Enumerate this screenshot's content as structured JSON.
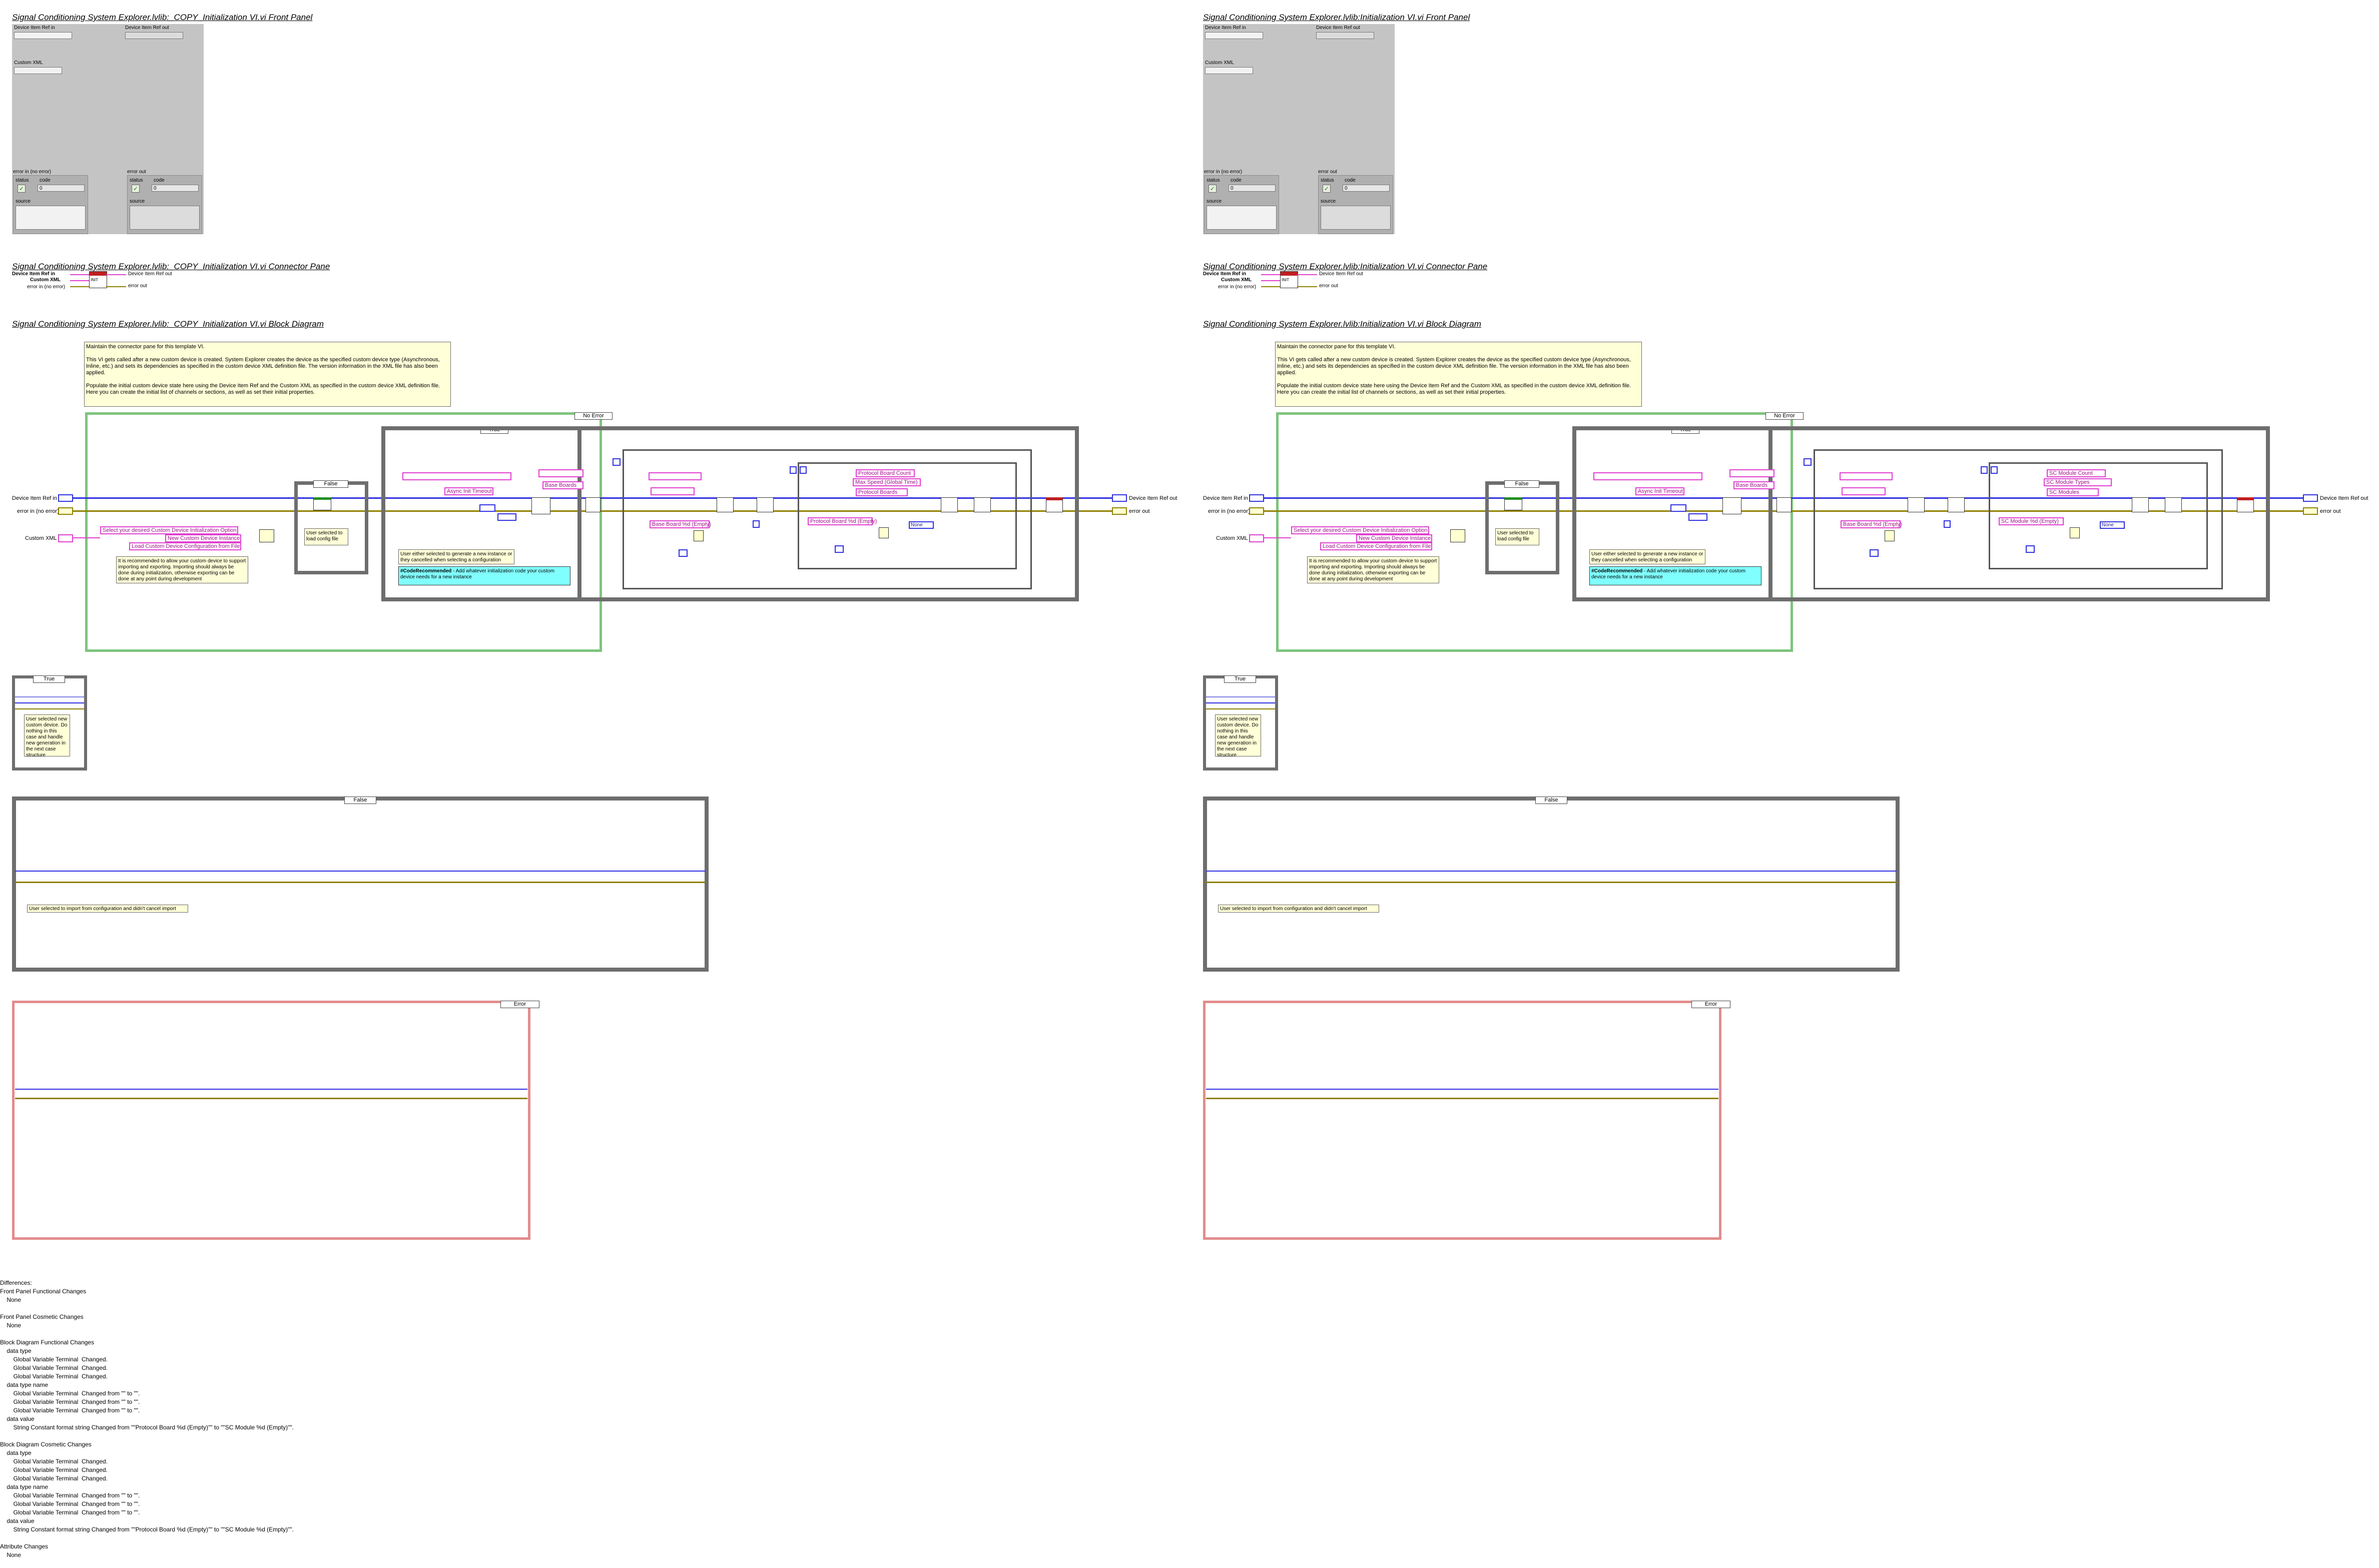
{
  "left": {
    "front_panel_title": "Signal Conditioning System Explorer.lvlib:_COPY_Initialization VI.vi Front Panel",
    "connector_pane_title": "Signal Conditioning System Explorer.lvlib:_COPY_Initialization VI.vi Connector Pane",
    "block_diagram_title": "Signal Conditioning System Explorer.lvlib:_COPY_Initialization VI.vi Block Diagram",
    "global_labels": [
      "Protocol Board Count",
      "Max Speed (Global Time)",
      "Protocol Boards"
    ],
    "format_string": "Protocol Board %d (Empty)"
  },
  "right": {
    "front_panel_title": "Signal Conditioning System Explorer.lvlib:Initialization VI.vi Front Panel",
    "connector_pane_title": "Signal Conditioning System Explorer.lvlib:Initialization VI.vi Connector Pane",
    "block_diagram_title": "Signal Conditioning System Explorer.lvlib:Initialization VI.vi Block Diagram",
    "global_labels": [
      "SC Module Count",
      "SC Module Types",
      "SC Modules"
    ],
    "format_string": "SC Module %d (Empty)"
  },
  "front_panel": {
    "device_item_ref_in": "Device Item Ref in",
    "device_item_ref_out": "Device Item Ref out",
    "custom_xml": "Custom XML",
    "error_in": "error in (no error)",
    "error_out": "error out",
    "status": "status",
    "code": "code",
    "source": "source",
    "code_value": "0",
    "check_glyph": "✓"
  },
  "connector_pane": {
    "device_item_ref_in": "Device Item Ref in",
    "custom_xml": "Custom XML",
    "error_in": "error in (no error)",
    "device_item_ref_out": "Device Item Ref out",
    "error_out": "error out",
    "icon_text": "INIT"
  },
  "block_diagram": {
    "top_note_lines": [
      "Maintain the connector pane for this template VI.",
      "This VI gets called after a new custom device is created. System Explorer creates the device as the specified custom device type (Asynchronous, Inline, etc.) and sets its dependencies as specified in the custom device XML definition file. The version information in the XML file has also been applied.",
      "Populate the initial custom device state here using the Device Item Ref and the Custom XML as specified in the custom device XML definition file. Here you can create the initial list of channels or sections, as well as set their initial properties."
    ],
    "outer_case_selector": "No Error",
    "inner_case_selector_false": "False",
    "inner_case_selector_true": "True",
    "device_item_ref_in": "Device Item Ref in",
    "error_in": "error in (no error)",
    "custom_xml": "Custom XML",
    "device_item_ref_out": "Device Item Ref out",
    "error_out": "error out",
    "option_prompt": "Select your desired Custom Device Initialization Option",
    "option_new": "New Custom Device Instance",
    "option_load": "Load Custom Device Configuration from File",
    "recommend_note": "It is recommended to allow your custom device to support importing and exporting. Importing should always be done during initialization, otherwise exporting can be done at any point during development",
    "load_config_note": "User selected to load config file",
    "async_timeout": "Async Init Timeout",
    "base_board": "Base Boards",
    "base_board_empty": "Base Board %d (Empty)",
    "user_selected_note": "User either selected to generate a new instance or they cancelled when selecting a configuration",
    "tag_note_bold": "#CodeRecommended",
    "tag_note_rest": " - Add whatever initialization code your custom device needs for a new instance",
    "none_label": "None",
    "case_true_label": "True",
    "case_true_note": "User selected new custom device. Do nothing in this case and handle new generation in the next case structure",
    "case_false_label": "False",
    "case_false_note": "User selected to import from configuration and didn't cancel import",
    "case_error_label": "Error"
  },
  "differences": {
    "lines": [
      "Differences:",
      "Front Panel Functional Changes",
      "    None",
      "",
      "Front Panel Cosmetic Changes",
      "    None",
      "",
      "Block Diagram Functional Changes",
      "    data type",
      "        Global Variable Terminal  Changed.",
      "        Global Variable Terminal  Changed.",
      "        Global Variable Terminal  Changed.",
      "    data type name",
      "        Global Variable Terminal  Changed from \"\" to \"\".",
      "        Global Variable Terminal  Changed from \"\" to \"\".",
      "        Global Variable Terminal  Changed from \"\" to \"\".",
      "    data value",
      "        String Constant format string Changed from \"\"Protocol Board %d (Empty)\"\" to \"\"SC Module %d (Empty)\"\".",
      "",
      "Block Diagram Cosmetic Changes",
      "    data type",
      "        Global Variable Terminal  Changed.",
      "        Global Variable Terminal  Changed.",
      "        Global Variable Terminal  Changed.",
      "    data type name",
      "        Global Variable Terminal  Changed from \"\" to \"\".",
      "        Global Variable Terminal  Changed from \"\" to \"\".",
      "        Global Variable Terminal  Changed from \"\" to \"\".",
      "    data value",
      "        String Constant format string Changed from \"\"Protocol Board %d (Empty)\"\" to \"\"SC Module %d (Empty)\"\".",
      "",
      "Attribute Changes",
      "    None"
    ]
  }
}
